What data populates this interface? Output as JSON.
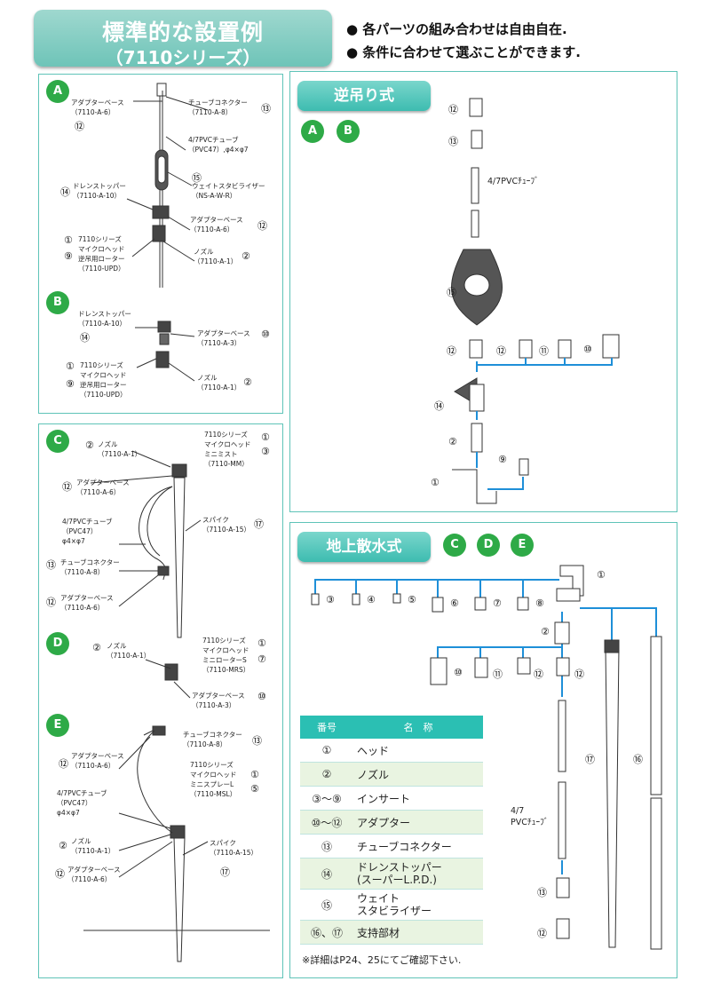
{
  "header": {
    "title": "標準的な設置例",
    "subtitle": "（7110シリーズ）"
  },
  "bullets": [
    "● 各パーツの組み合わせは自由自在.",
    "● 条件に合わせて選ぶことができます."
  ],
  "sectionA": {
    "badge": "A",
    "labels": [
      "アダプターベース\n（7110-A-6）",
      "チューブコネクター\n（7110-A-8）",
      "4/7PVCチューブ\n（PVC47）,φ4×φ7",
      "ウェイトスタビライザー\n（NS-A-W-R）",
      "ドレンストッパー\n（7110-A-10）",
      "アダプターベース\n（7110-A-6）",
      "7110シリーズ\nマイクロヘッド\n逆吊用ローター\n（7110-UPD）",
      "ノズル\n（7110-A-1）"
    ],
    "nums": [
      "⑫",
      "⑬",
      "⑮",
      "⑭",
      "⑫",
      "①",
      "⑨",
      "②"
    ]
  },
  "sectionB": {
    "badge": "B",
    "labels": [
      "ドレンストッパー\n（7110-A-10）",
      "アダプターベース\n（7110-A-3）",
      "7110シリーズ\nマイクロヘッド\n逆吊用ローター\n（7110-UPD）",
      "ノズル\n（7110-A-1）"
    ],
    "nums": [
      "⑭",
      "⑩",
      "①",
      "⑨",
      "②"
    ]
  },
  "sectionC": {
    "badge": "C",
    "labels": [
      "ノズル\n（7110-A-1）",
      "7110シリーズ\nマイクロヘッド\nミニミスト\n（7110-MM）",
      "アダプターベース\n（7110-A-6）",
      "4/7PVCチューブ\n（PVC47）\nφ4×φ7",
      "スパイク\n（7110-A-15）",
      "チューブコネクター\n（7110-A-8）",
      "アダプターベース\n（7110-A-6）"
    ],
    "nums": [
      "②",
      "①",
      "③",
      "⑫",
      "⑰",
      "⑬",
      "⑫"
    ]
  },
  "sectionD": {
    "badge": "D",
    "labels": [
      "ノズル\n（7110-A-1）",
      "7110シリーズ\nマイクロヘッド\nミニローターS\n（7110-MRS）",
      "アダプターベース\n（7110-A-3）"
    ],
    "nums": [
      "②",
      "①",
      "⑦",
      "⑩"
    ]
  },
  "sectionE": {
    "badge": "E",
    "labels": [
      "チューブコネクター\n（7110-A-8）",
      "アダプターベース\n（7110-A-6）",
      "7110シリーズ\nマイクロヘッド\nミニスプレーL\n（7110-MSL）",
      "4/7PVCチューブ\n（PVC47）\nφ4×φ7",
      "ノズル\n（7110-A-1）",
      "スパイク\n（7110-A-15）",
      "アダプターベース\n（7110-A-6）"
    ],
    "nums": [
      "⑬",
      "⑫",
      "①",
      "⑤",
      "②",
      "⑰",
      "⑫"
    ]
  },
  "inverted": {
    "title": "逆吊り式",
    "badges": [
      "A",
      "B"
    ],
    "tube_label": "4/7PVCﾁｭｰﾌﾞ",
    "nums": [
      "⑫",
      "⑬",
      "⑮",
      "⑫",
      "⑫",
      "⑪",
      "⑩",
      "⑭",
      "②",
      "⑨",
      "①"
    ]
  },
  "ground": {
    "title": "地上散水式",
    "badges": [
      "C",
      "D",
      "E"
    ],
    "tube_label": "4/7\nPVCﾁｭｰﾌﾞ",
    "nums": [
      "①",
      "③",
      "④",
      "⑤",
      "⑥",
      "⑦",
      "⑧",
      "②",
      "⑩",
      "⑪",
      "⑫",
      "⑫",
      "⑰",
      "⑯",
      "⑬",
      "⑫"
    ]
  },
  "parts_table": {
    "headers": [
      "番号",
      "名　称"
    ],
    "rows": [
      [
        "①",
        "ヘッド"
      ],
      [
        "②",
        "ノズル"
      ],
      [
        "③～⑨",
        "インサート"
      ],
      [
        "⑩～⑫",
        "アダプター"
      ],
      [
        "⑬",
        "チューブコネクター"
      ],
      [
        "⑭",
        "ドレンストッパー\n(スーパーL.P.D.)"
      ],
      [
        "⑮",
        "ウェイト\nスタビライザー"
      ],
      [
        "⑯、⑰",
        "支持部材"
      ]
    ]
  },
  "note": "※詳細はP24、25にてご確認下さい."
}
